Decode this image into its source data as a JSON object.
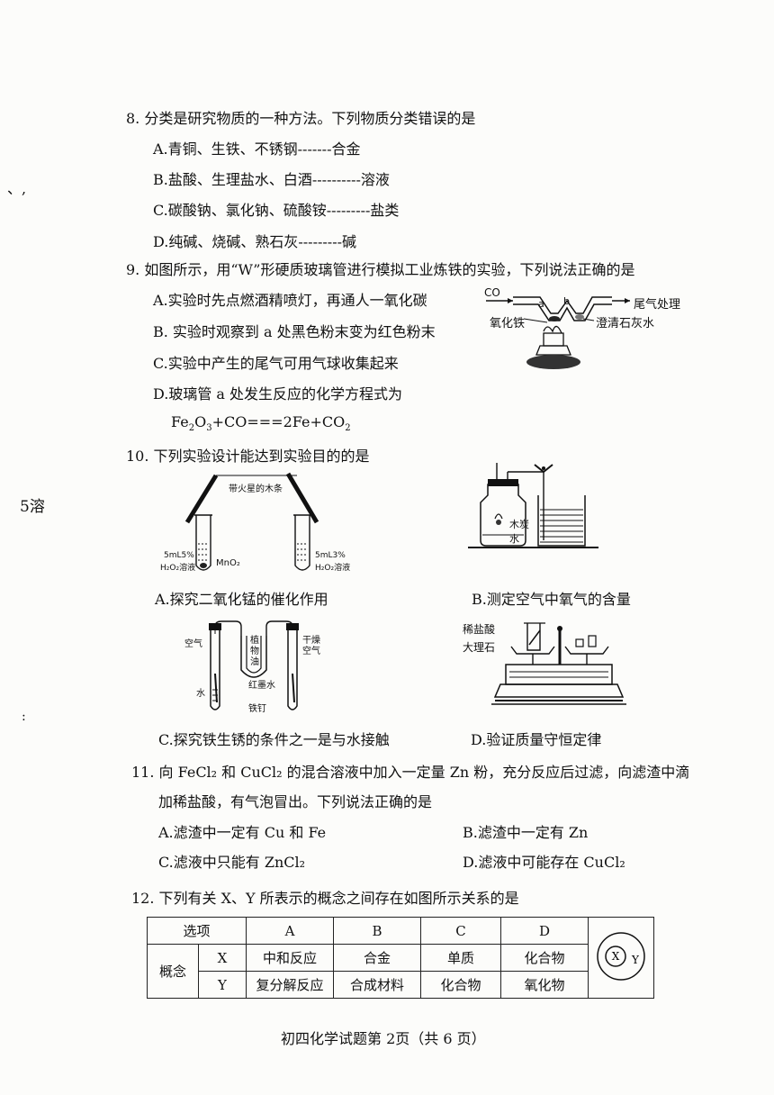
{
  "margin_marks": {
    "comma": "、,",
    "left_text": "5溶",
    "dots": ":"
  },
  "q8": {
    "stem": "8. 分类是研究物质的一种方法。下列物质分类错误的是",
    "options": [
      "A.青铜、生铁、不锈钢-------合金",
      "B.盐酸、生理盐水、白酒----------溶液",
      "C.碳酸钠、氯化钠、硫酸铵---------盐类",
      "D.纯碱、烧碱、熟石灰---------碱"
    ]
  },
  "q9": {
    "stem": "9. 如图所示，用“W”形硬质玻璃管进行模拟工业炼铁的实验，下列说法正确的是",
    "options": [
      "A.实验时先点燃酒精喷灯，再通人一氧化碳",
      "B. 实验时观察到 a 处黑色粉末变为红色粉末",
      "C.实验中产生的尾气可用气球收集起来",
      "D.玻璃管 a 处发生反应的化学方程式为"
    ],
    "equation": {
      "lhs": "Fe",
      "sub1": "2",
      "o": "O",
      "sub2": "3",
      "mid": "+CO===2Fe+CO",
      "sub3": "2"
    },
    "figure": {
      "co": "CO",
      "a": "a",
      "b": "b",
      "tail": "尾气处理",
      "iron_oxide": "氧化铁",
      "limewater": "澄清石灰水"
    }
  },
  "q10": {
    "stem": "10. 下列实验设计能达到实验目的的是",
    "figA": {
      "splint": "带火星的木条",
      "left_tube": "5mL5%",
      "left_tube2": "H₂O₂溶液",
      "mno2": "MnO₂",
      "right_tube": "5mL3%",
      "right_tube2": "H₂O₂溶液"
    },
    "figB": {
      "charcoal": "木炭",
      "water": "水"
    },
    "figC": {
      "air": "空气",
      "oil1": "植",
      "oil2": "物",
      "oil3": "油",
      "dry1": "干燥",
      "dry2": "空气",
      "water": "水",
      "red_ink": "红墨水",
      "nail": "铁钉"
    },
    "figD": {
      "acid": "稀盐酸",
      "marble": "大理石"
    },
    "captions": [
      "A.探究二氧化锰的催化作用",
      "B.测定空气中氧气的含量",
      "C.探究铁生锈的条件之一是与水接触",
      "D.验证质量守恒定律"
    ]
  },
  "q11": {
    "stem1": "11. 向 FeCl₂ 和 CuCl₂ 的混合溶液中加入一定量 Zn 粉，充分反应后过滤，向滤渣中滴",
    "stem2": "加稀盐酸，有气泡冒出。下列说法正确的是",
    "options": [
      "A.滤渣中一定有 Cu 和 Fe",
      "B.滤渣中一定有 Zn",
      "C.滤液中只能有 ZnCl₂",
      "D.滤液中可能存在 CuCl₂"
    ]
  },
  "q12": {
    "stem": "12. 下列有关 X、Y 所表示的概念之间存在如图所示关系的是",
    "table": {
      "header": [
        "选项",
        "A",
        "B",
        "C",
        "D"
      ],
      "concept": "概念",
      "x_label": "X",
      "y_label": "Y",
      "x_row": [
        "中和反应",
        "合金",
        "单质",
        "化合物"
      ],
      "y_row": [
        "复分解反应",
        "合成材料",
        "化合物",
        "氧化物"
      ]
    },
    "venn": {
      "x": "X",
      "y": "Y"
    }
  },
  "footer": "初四化学试题第 2页（共 6 页）"
}
